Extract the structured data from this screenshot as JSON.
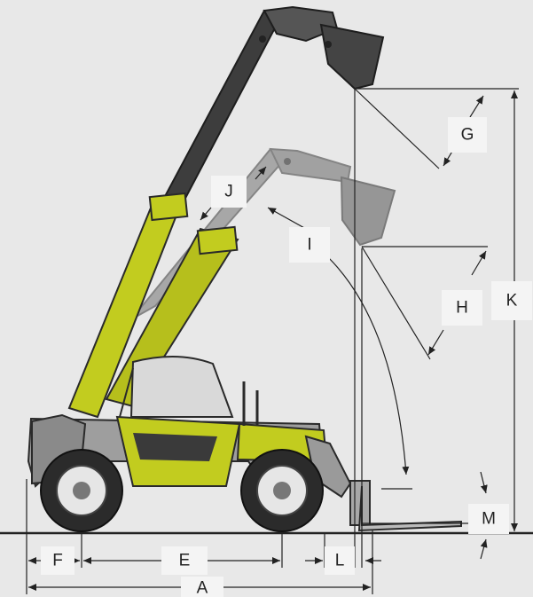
{
  "labels": {
    "A": "A",
    "E": "E",
    "F": "F",
    "G": "G",
    "H": "H",
    "I": "I",
    "J": "J",
    "K": "K",
    "L": "L",
    "M": "M"
  },
  "colors": {
    "background": "#e8e8e8",
    "machine_body": "#c2cc1f",
    "machine_dark": "#8e9614",
    "boom_raised": "#3a3a3a",
    "boom_mid": "#9b9b9b",
    "tyre": "#2b2b2b",
    "dimension_line": "#222222"
  }
}
